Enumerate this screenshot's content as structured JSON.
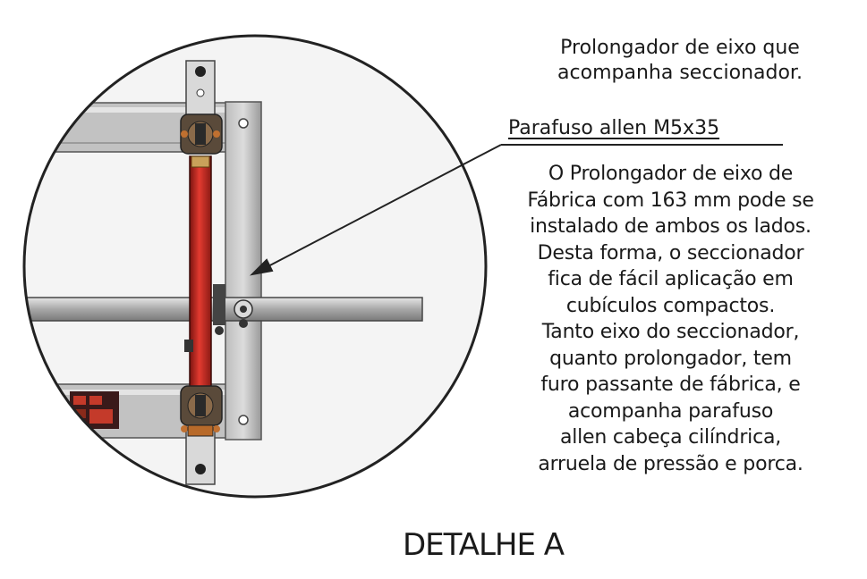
{
  "header_lines": [
    "Prolongador de eixo que",
    "acompanha seccionador."
  ],
  "callout_label": "Parafuso allen M5x35",
  "body_lines": [
    "O Prolongador de eixo de",
    "Fábrica com 163 mm pode se",
    "instalado de ambos os lados.",
    "Desta forma, o seccionador",
    "fica de fácil aplicação em",
    "cubículos compactos.",
    "Tanto eixo do seccionador,",
    "quanto prolongador, tem",
    "furo passante de fábrica, e",
    "acompanha parafuso",
    "allen cabeça cilíndrica,",
    "arruela de pressão e porca."
  ],
  "detail_title": "DETALHE A",
  "colors": {
    "line": "#222222",
    "frame_gray": "#a9a9a9",
    "frame_light": "#d2d2d2",
    "rod_red": "#d6322a",
    "shaft": "#b8b8b8"
  }
}
